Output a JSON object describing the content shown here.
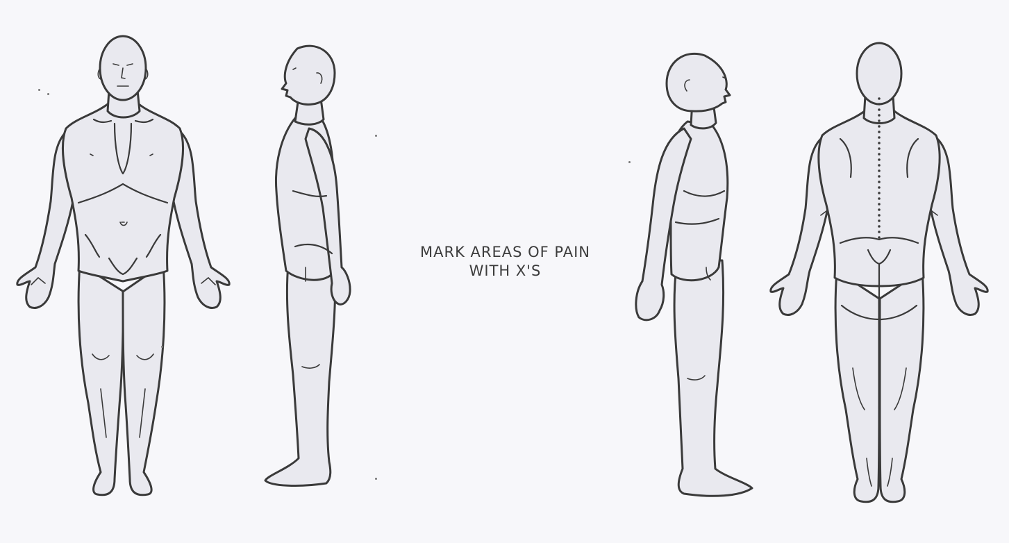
{
  "instructions": {
    "line1": "MARK AREAS OF PAIN",
    "line2": "WITH X'S"
  },
  "figures": [
    {
      "view": "front",
      "icon": "front-body-figure"
    },
    {
      "view": "right-side",
      "icon": "side-body-figure"
    },
    {
      "view": "left-side",
      "icon": "side-body-figure"
    },
    {
      "view": "back",
      "icon": "back-body-figure"
    }
  ],
  "colors": {
    "background": "#f7f7fa",
    "outline": "#3a3a3a",
    "fill": "#e9e9ef"
  }
}
